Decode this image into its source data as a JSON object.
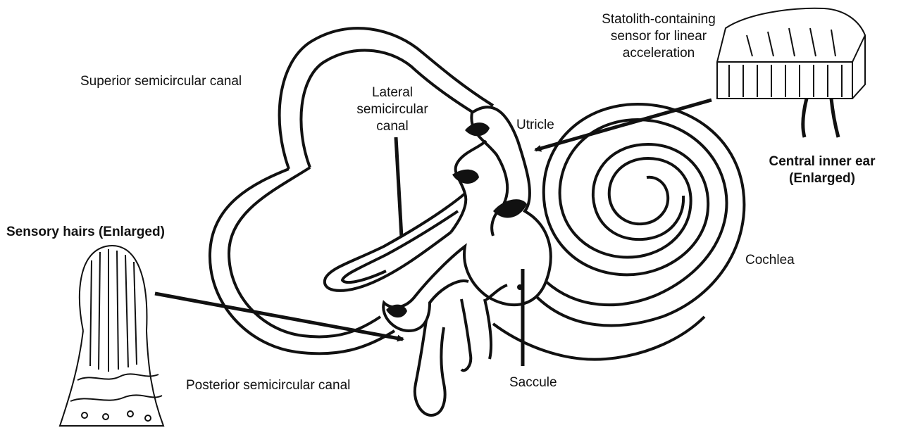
{
  "labels": {
    "superior_canal": "Superior semicircular canal",
    "lateral_canal": [
      "Lateral",
      "semicircular",
      "canal"
    ],
    "utricle": "Utricle",
    "statolith_sensor": [
      "Statolith-containing",
      "sensor for linear",
      "acceleration"
    ],
    "central_inner_ear": [
      "Central inner ear",
      "(Enlarged)"
    ],
    "sensory_hairs": "Sensory hairs (Enlarged)",
    "cochlea": "Cochlea",
    "posterior_canal": "Posterior semicircular canal",
    "saccule": "Saccule"
  },
  "colors": {
    "ink": "#111111",
    "background": "#ffffff"
  }
}
